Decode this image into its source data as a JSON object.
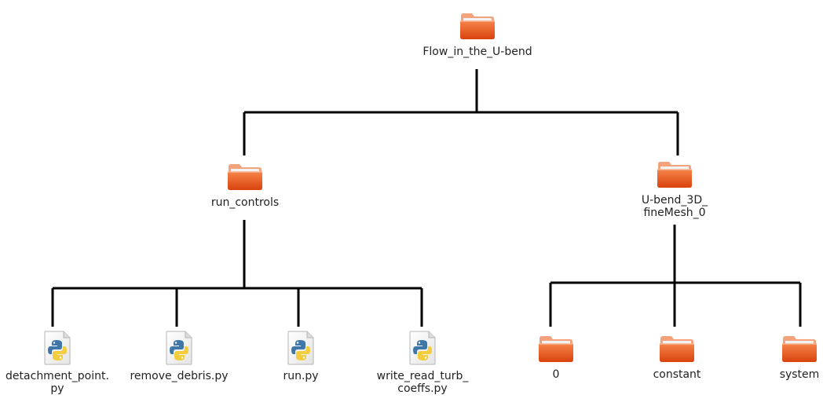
{
  "tree": {
    "root": {
      "label": "Flow_in_the_U-bend",
      "type": "folder"
    },
    "branches": [
      {
        "label": "run_controls",
        "type": "folder",
        "children": [
          {
            "label": "detachment_point.\npy",
            "type": "python"
          },
          {
            "label": "remove_debris.py",
            "type": "python"
          },
          {
            "label": "run.py",
            "type": "python"
          },
          {
            "label": "write_read_turb_\ncoeffs.py",
            "type": "python"
          }
        ]
      },
      {
        "label": "U-bend_3D_\nfineMesh_0",
        "type": "folder",
        "children": [
          {
            "label": "0",
            "type": "folder"
          },
          {
            "label": "constant",
            "type": "folder"
          },
          {
            "label": "system",
            "type": "folder"
          }
        ]
      }
    ]
  },
  "icons": {
    "folder": "folder-icon",
    "python": "python-file-icon"
  },
  "colors": {
    "connector": "#000000",
    "folder_top": "#f4a27c",
    "folder_body": "#e85a1b",
    "python_blue": "#3f78a8",
    "python_yellow": "#f3cd3d",
    "page_fold": "#cfcfcf"
  }
}
